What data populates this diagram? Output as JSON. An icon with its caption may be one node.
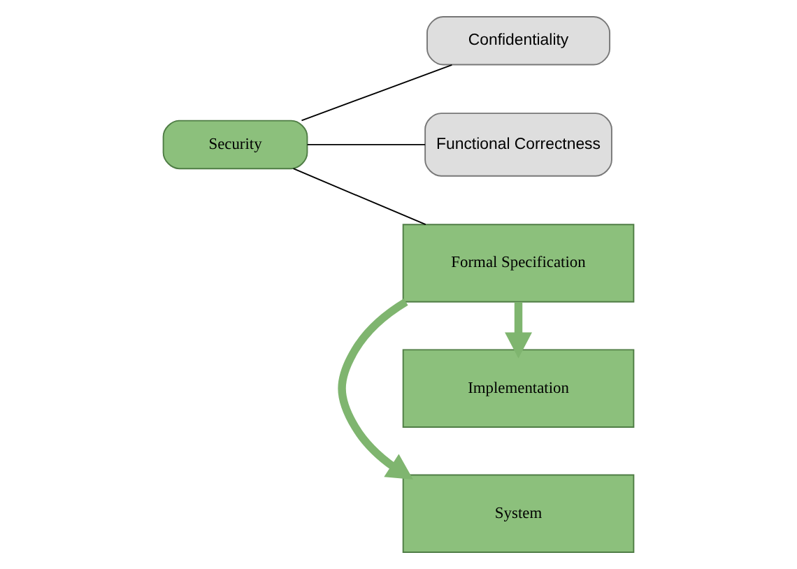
{
  "diagram": {
    "nodes": [
      {
        "text": [
          "Confidentiality"
        ]
      },
      {
        "text": [
          "Security"
        ]
      },
      {
        "text": [
          "Functional Correctness"
        ]
      },
      {
        "text": [
          "System"
        ]
      },
      {
        "text": [
          "Formal Specification"
        ]
      },
      {
        "text": [
          "Implementation"
        ]
      }
    ],
    "edges": [
      {
        "from": 1,
        "to": 0,
        "arrow": "none"
      },
      {
        "from": 1,
        "to": 4,
        "arrow": "none"
      },
      {
        "from": 1,
        "to": 2,
        "arrow": "none"
      },
      {
        "from": 4,
        "to": 3,
        "arrow": "to",
        "style": "thick",
        "color": "#7fb56f"
      },
      {
        "from": 4,
        "to": 5,
        "arrow": "to",
        "style": "thick",
        "color": "#7fb56f"
      }
    ]
  }
}
